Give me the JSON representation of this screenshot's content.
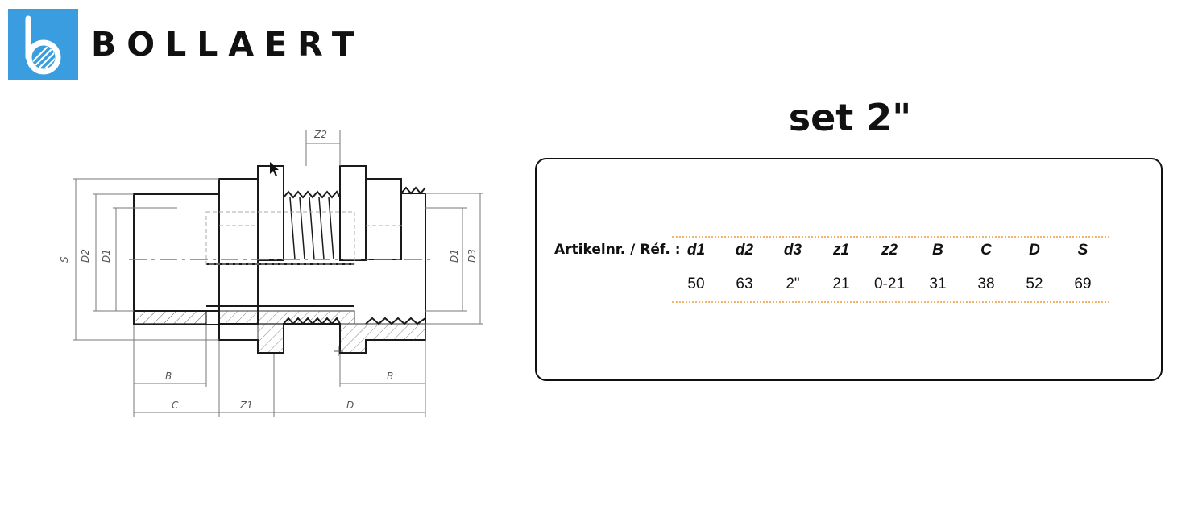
{
  "brand": {
    "name": "BOLLAERT",
    "accent_color": "#3a9de0"
  },
  "drawing": {
    "labels": {
      "z2": "Z2",
      "s": "S",
      "d2": "D2",
      "d1_left": "D1",
      "d1_right": "D1",
      "d3": "D3",
      "b_left": "B",
      "b_right": "B",
      "c": "C",
      "z1": "Z1",
      "d": "D"
    }
  },
  "set": {
    "title": "set 2\""
  },
  "spec": {
    "ref_label": "Artikelnr. / Réf. :",
    "headers": [
      "d1",
      "d2",
      "d3",
      "z1",
      "z2",
      "B",
      "C",
      "D",
      "S"
    ],
    "values": [
      "50",
      "63",
      "2\"",
      "21",
      "0-21",
      "31",
      "38",
      "52",
      "69"
    ]
  }
}
